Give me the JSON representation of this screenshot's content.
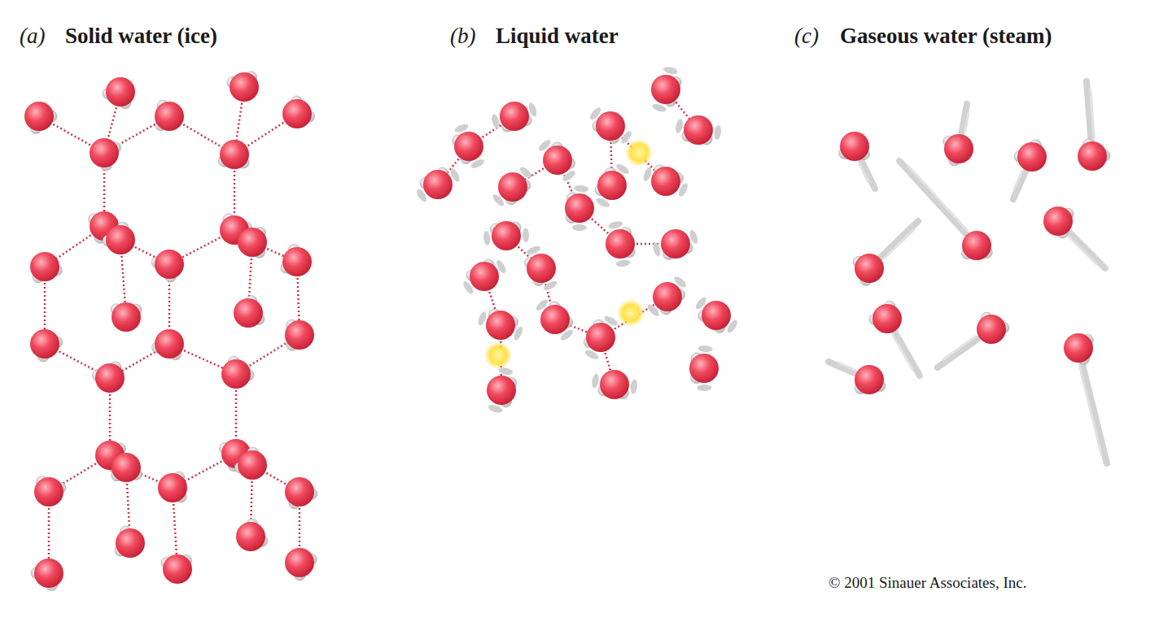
{
  "diagram": {
    "labels": [
      "(a)",
      "Solid water (ice)",
      "(b)",
      "Liquid water",
      "(c)",
      "Gaseous water (steam)",
      "© 2001 Sinauer Associates, Inc."
    ]
  }
}
